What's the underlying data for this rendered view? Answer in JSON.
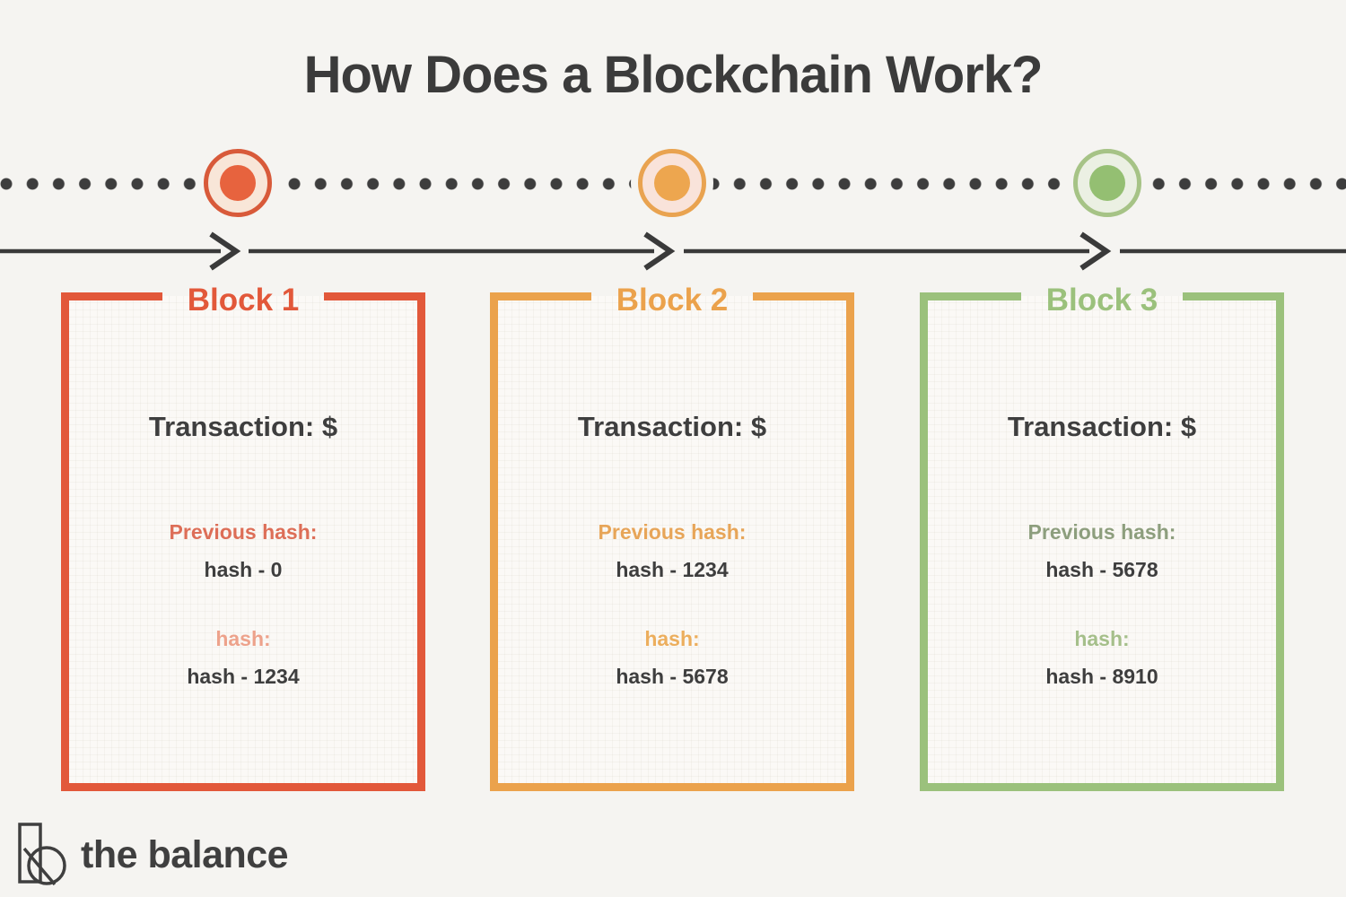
{
  "title": "How Does a Blockchain Work?",
  "timeline": {
    "dot_color": "#3d3d3d",
    "arrow_color": "#3a3a3a",
    "nodes": [
      {
        "name": "node-1",
        "ring": "#d85a3a",
        "fill": "#f8e6d8",
        "dot": "#e7633e"
      },
      {
        "name": "node-2",
        "ring": "#e9a350",
        "fill": "#f9e3da",
        "dot": "#eda64f"
      },
      {
        "name": "node-3",
        "ring": "#a6c386",
        "fill": "#ebf0e3",
        "dot": "#94bf72"
      }
    ]
  },
  "blocks": [
    {
      "label": "Block 1",
      "accent": "#e2583a",
      "transaction_label": "Transaction: $",
      "previous_hash_label": "Previous hash:",
      "previous_hash_label_color": "#dd6e57",
      "previous_hash_value": "hash - 0",
      "hash_label": "hash:",
      "hash_label_color": "#eda28b",
      "hash_value": "hash - 1234"
    },
    {
      "label": "Block 2",
      "accent": "#eba24c",
      "transaction_label": "Transaction: $",
      "previous_hash_label": "Previous hash:",
      "previous_hash_label_color": "#e7a558",
      "previous_hash_value": "hash - 1234",
      "hash_label": "hash:",
      "hash_label_color": "#ecae5d",
      "hash_value": "hash - 5678"
    },
    {
      "label": "Block 3",
      "accent": "#9bc17c",
      "transaction_label": "Transaction: $",
      "previous_hash_label": "Previous hash:",
      "previous_hash_label_color": "#8d9e7d",
      "previous_hash_value": "hash - 5678",
      "hash_label": "hash:",
      "hash_label_color": "#a5bf8a",
      "hash_value": "hash - 8910"
    }
  ],
  "footer": {
    "brand": "the balance"
  },
  "page": {
    "background": "#f5f4f1",
    "text_color": "#3c3c3c"
  }
}
